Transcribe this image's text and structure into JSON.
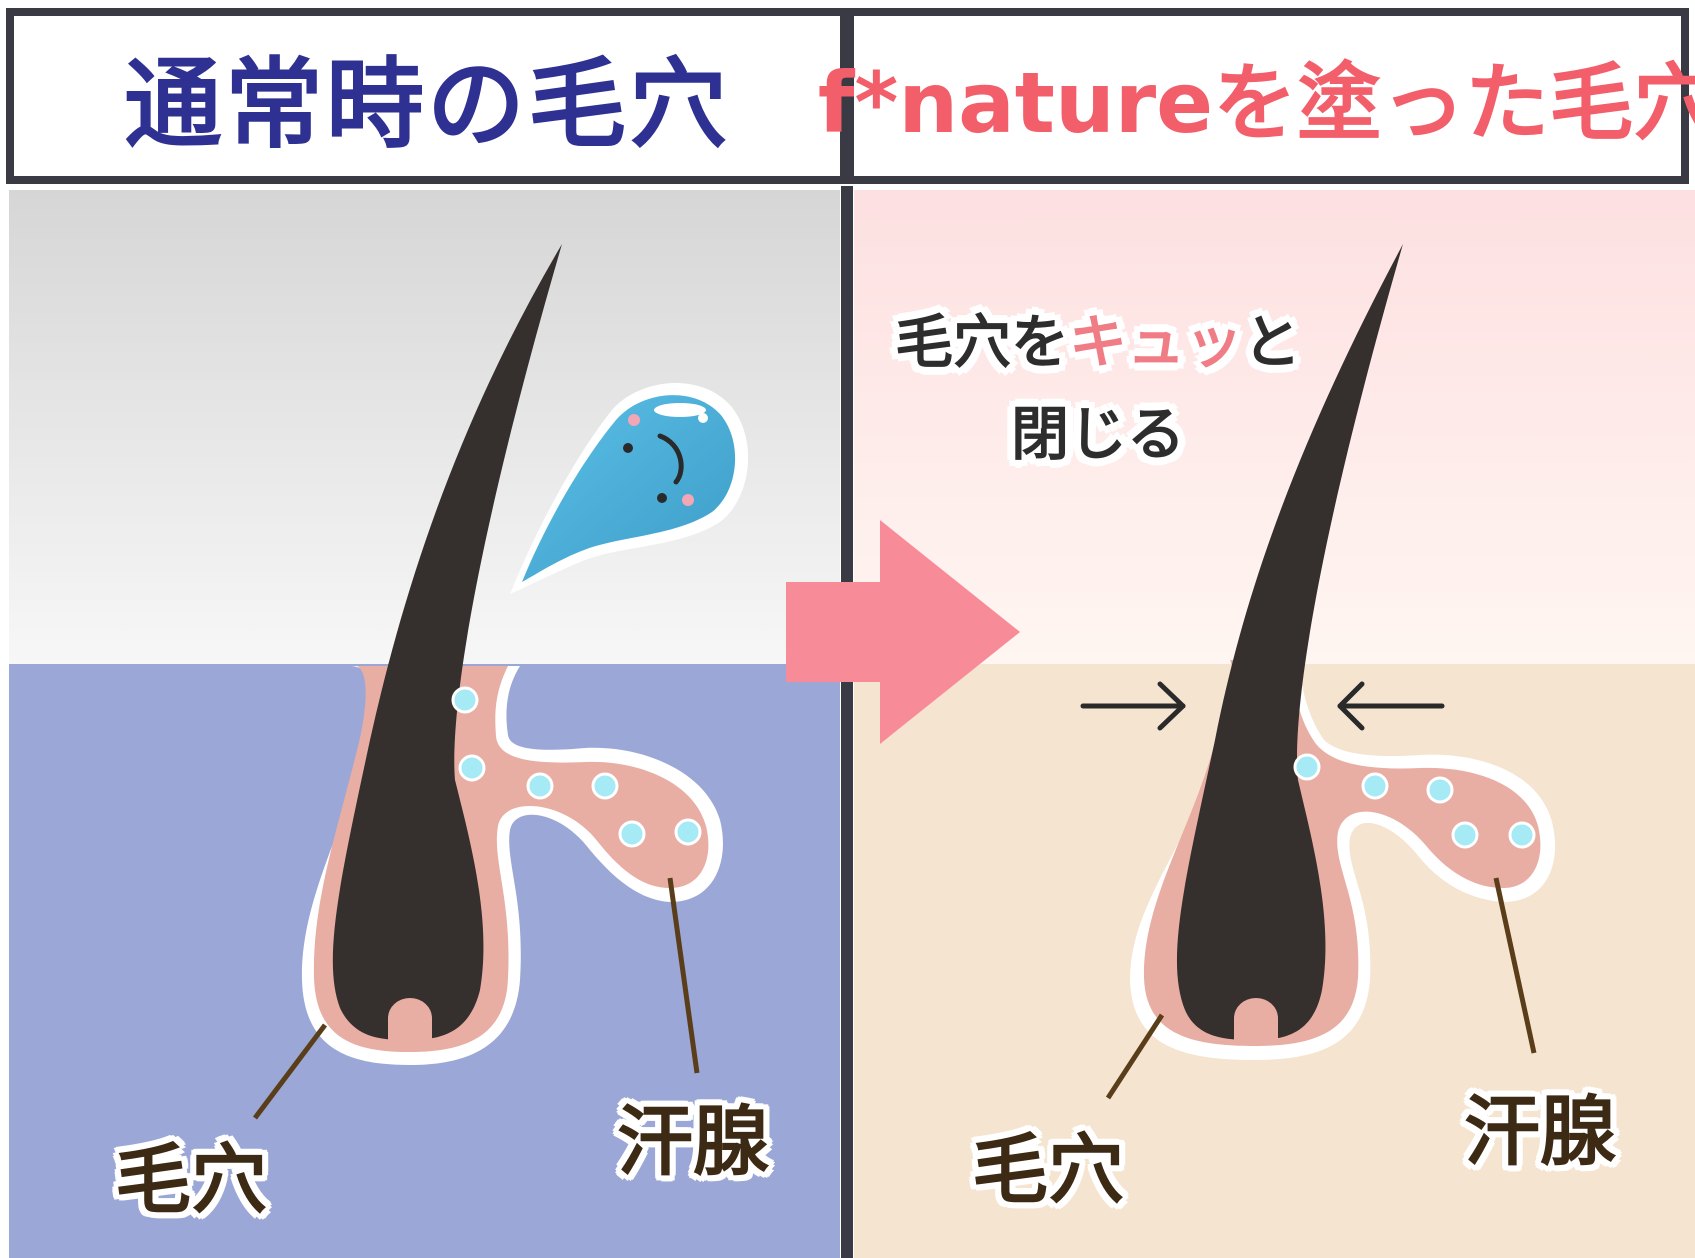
{
  "left_panel": {
    "title": "通常時の毛穴",
    "pore_label": "毛穴",
    "gland_label": "汗腺"
  },
  "right_panel": {
    "title": "f*natureを塗った毛穴",
    "callout": {
      "prefix": "毛穴を",
      "accent": "キュッ",
      "suffix": "と",
      "line2": "閉じる"
    },
    "pore_label": "毛穴",
    "gland_label": "汗腺"
  },
  "colors": {
    "left_title": "#2e3192",
    "right_title": "#f25f6b",
    "left_skin": "#9ba7d6",
    "right_skin": "#f5e4d0",
    "pore": "#e8aea3",
    "hair": "#35302d",
    "droplet": "#4aabd6",
    "arrow": "#f78c98",
    "sweat": "#a5eaf5",
    "divider": "#3a3a44"
  },
  "icons": [
    "sweat-drop-icon",
    "transition-arrow-icon",
    "left-pointing-arrow-icon",
    "right-pointing-arrow-icon"
  ]
}
